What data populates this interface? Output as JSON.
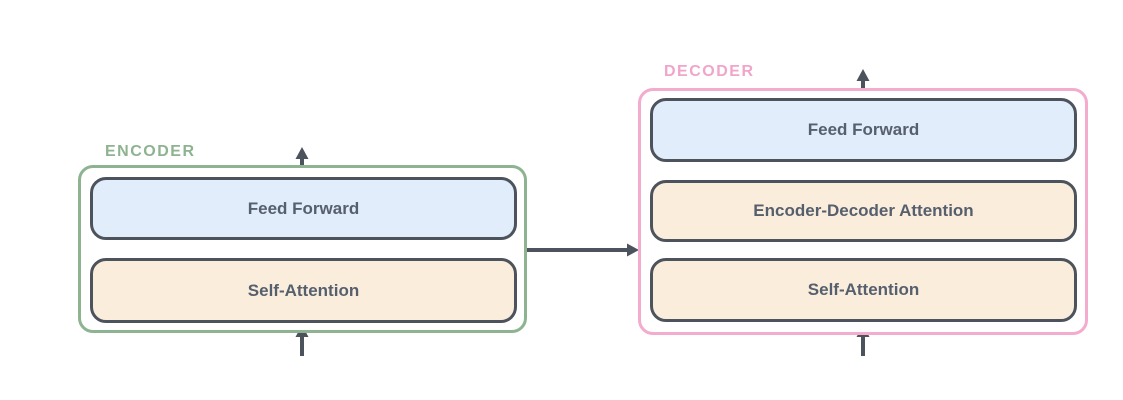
{
  "diagram": {
    "title": "Transformer encoder-decoder block diagram",
    "encoder": {
      "label": "ENCODER",
      "accent_color": "#8eb390",
      "layers": [
        {
          "label": "Feed Forward",
          "fill": "#e1edfa"
        },
        {
          "label": "Self-Attention",
          "fill": "#fbeddc"
        }
      ]
    },
    "decoder": {
      "label": "DECODER",
      "accent_color": "#f3abce",
      "layers": [
        {
          "label": "Feed Forward",
          "fill": "#e1edfa"
        },
        {
          "label": "Encoder-Decoder Attention",
          "fill": "#fbeddc"
        },
        {
          "label": "Self-Attention",
          "fill": "#fbeddc"
        }
      ]
    },
    "colors": {
      "layer_border": "#4d535c",
      "arrow": "#4d535c",
      "text": "#555f6d",
      "background": "#ffffff"
    },
    "arrows": [
      "encoder-input-arrow",
      "encoder-self-attention-to-feed-forward-arrow",
      "encoder-output-arrow",
      "encoder-to-decoder-arrow",
      "decoder-input-arrow",
      "decoder-self-attention-to-encoder-decoder-attention-arrow",
      "decoder-encoder-decoder-attention-to-feed-forward-arrow",
      "decoder-output-arrow"
    ]
  }
}
